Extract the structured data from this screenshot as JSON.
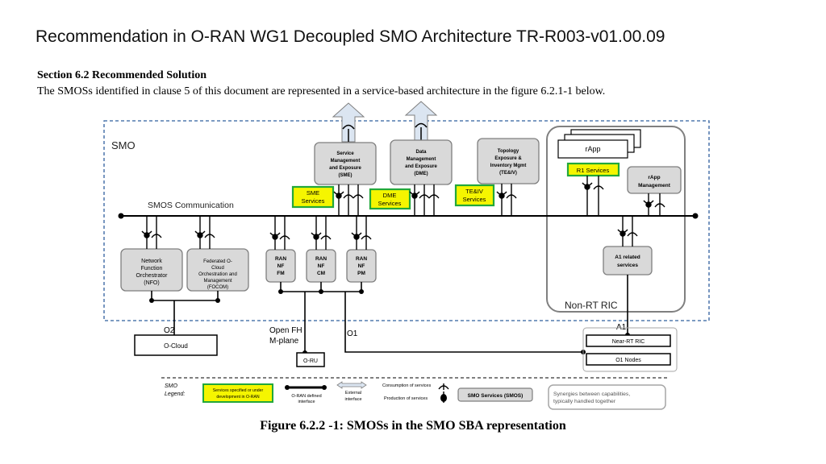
{
  "title": "Recommendation in O-RAN WG1 Decoupled SMO Architecture TR-R003-v01.00.09",
  "section_heading": "Section 6.2 Recommended Solution",
  "section_text": "The SMOSs identified in clause 5 of this document are represented in a service-based architecture in the figure 6.2.1-1 below.",
  "caption": "Figure 6.2.2  -1: SMOSs in the SMO SBA representation",
  "diagram": {
    "smo_label": "SMO",
    "bus_label": "SMOS Communication",
    "sme_lines": [
      "Service",
      "Management",
      "and Exposure",
      "(SME)"
    ],
    "dme_lines": [
      "Data",
      "Management",
      "and Exposure",
      "(DME)"
    ],
    "teiv_lines": [
      "Topology",
      "Exposure &",
      "Inventory Mgmt",
      "(TE&IV)"
    ],
    "sme_services": [
      "SME",
      "Services"
    ],
    "dme_services": [
      "DME",
      "Services"
    ],
    "teiv_services": [
      "TE&IV",
      "Services"
    ],
    "rapp": "rApp",
    "r1_services": "R1 Services",
    "rapp_mgmt": [
      "rApp",
      "Management"
    ],
    "a1_services": [
      "A1 related",
      "services"
    ],
    "nonrt_ric": "Non-RT RIC",
    "nfo_lines": [
      "Network",
      "Function",
      "Orchestrator",
      "(NFO)"
    ],
    "focom_lines": [
      "Federated O-",
      "Cloud",
      "Orchestration and",
      "Management",
      "(FOCOM)"
    ],
    "ran_fm": [
      "RAN",
      "NF",
      "FM"
    ],
    "ran_cm": [
      "RAN",
      "NF",
      "CM"
    ],
    "ran_pm": [
      "RAN",
      "NF",
      "PM"
    ],
    "o2": "O2",
    "o_cloud": "O-Cloud",
    "open_fh": [
      "Open FH",
      "M-plane"
    ],
    "o_ru": "O-RU",
    "o1": "O1",
    "a1": "A1",
    "near_rt_ric": "Near-RT RIC",
    "o1_nodes": "O1 Nodes",
    "legend": {
      "title": [
        "SMO",
        "Legend:"
      ],
      "services_box": [
        "Services specified or under",
        "development in O-RAN"
      ],
      "oran_interface": [
        "O-RAN defined",
        "interface"
      ],
      "external_interface": [
        "External",
        "interface"
      ],
      "consumption": "Consumption of services",
      "production": "Production of services",
      "smo_services": "SMO Services (SMOS)",
      "synergies": [
        "Synergies between capabilities,",
        "typically handled together"
      ]
    }
  },
  "colors": {
    "service_green": "#22a83a",
    "service_yellow": "#f5f500",
    "smo_border": "#2f5f9e",
    "box_fill": "#d9d9d9",
    "box_stroke": "#7f7f7f"
  }
}
